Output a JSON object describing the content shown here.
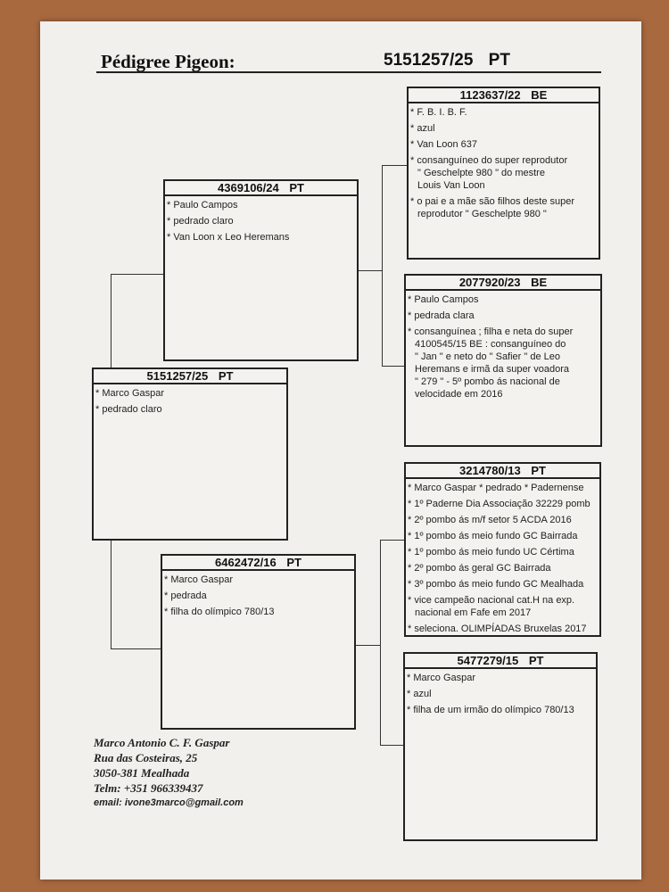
{
  "header": {
    "title": "Pédigree Pigeon:",
    "ring": "5151257/25 PT"
  },
  "subject": {
    "ring": "5151257/25 PT",
    "lines": [
      "* Marco Gaspar",
      "* pedrado claro"
    ]
  },
  "sire": {
    "ring": "4369106/24 PT",
    "lines": [
      "* Paulo Campos",
      "* pedrado claro",
      "* Van Loon x Leo Heremans"
    ]
  },
  "dam": {
    "ring": "6462472/16 PT",
    "lines": [
      "* Marco Gaspar",
      "* pedrada",
      "* filha do olímpico 780/13"
    ]
  },
  "sire_sire": {
    "ring": "1123637/22 BE",
    "lines": [
      "* F. B. I. B. F.",
      "* azul",
      "* Van Loon 637",
      "* consanguíneo do super reprodutor",
      "\" Geschelpte 980 \" do mestre",
      "Louis Van Loon",
      "* o pai e a mãe são filhos deste super",
      "reprodutor \" Geschelpte 980 \""
    ]
  },
  "sire_dam": {
    "ring": "2077920/23 BE",
    "lines": [
      "* Paulo Campos",
      "* pedrada clara",
      "* consanguínea ; filha e neta do super",
      "4100545/15 BE : consanguíneo do",
      "\" Jan \" e neto do \" Safier \"  de Leo",
      "Heremans e irmã da super voadora",
      "\" 279 \" - 5º pombo ás nacional de",
      "velocidade em 2016"
    ]
  },
  "dam_sire": {
    "ring": "3214780/13 PT",
    "lines": [
      "* Marco Gaspar * pedrado * Padernense",
      "* 1º Paderne Dia Associação 32229 pomb",
      "* 2º pombo ás m/f setor 5 ACDA 2016",
      "* 1º pombo ás meio fundo GC Bairrada",
      "* 1º pombo ás meio fundo UC Cértima",
      "* 2º pombo ás geral GC Bairrada",
      "* 3º pombo ás meio fundo GC Mealhada",
      "* vice campeão nacional cat.H na exp.",
      "nacional em Fafe em 2017",
      "* seleciona. OLIMPÍADAS Bruxelas 2017"
    ]
  },
  "dam_dam": {
    "ring": "5477279/15 PT",
    "lines": [
      "* Marco Gaspar",
      "* azul",
      "* filha de um irmão do olímpico 780/13"
    ]
  },
  "owner": {
    "name": "Marco Antonio C. F. Gaspar",
    "street": "Rua das Costeiras, 25",
    "city": "3050-381 Mealhada",
    "phone": "Telm: +351 966339437",
    "email": "email: ivone3marco@gmail.com"
  }
}
